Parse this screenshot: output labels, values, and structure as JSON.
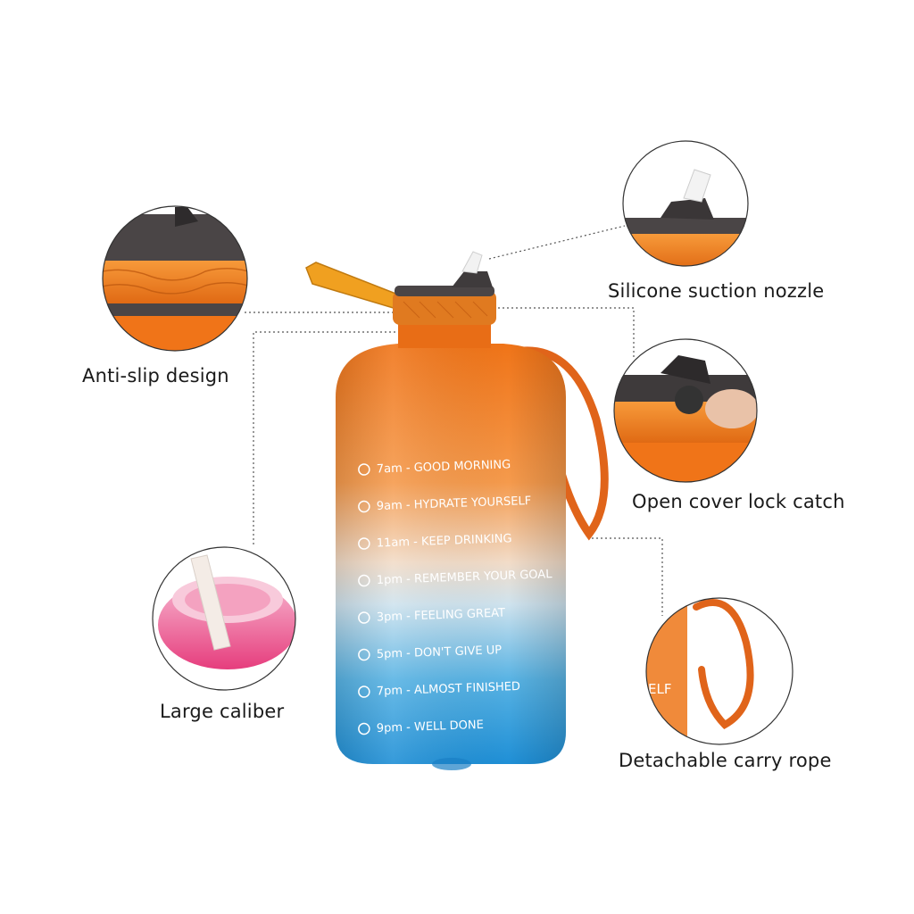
{
  "callouts": {
    "anti_slip": "Anti-slip design",
    "large_caliber": "Large caliber",
    "silicone_nozzle": "Silicone suction nozzle",
    "open_cover_lock": "Open cover lock catch",
    "carry_rope": "Detachable carry rope"
  },
  "time_markers": [
    {
      "time": "7am",
      "text": "GOOD MORNING"
    },
    {
      "time": "9am",
      "text": "HYDRATE YOURSELF"
    },
    {
      "time": "11am",
      "text": "KEEP DRINKING"
    },
    {
      "time": "1pm",
      "text": "REMEMBER YOUR GOAL"
    },
    {
      "time": "3pm",
      "text": "FEELING GREAT"
    },
    {
      "time": "5pm",
      "text": "DON'T GIVE UP"
    },
    {
      "time": "7pm",
      "text": "ALMOST FINISHED"
    },
    {
      "time": "9pm",
      "text": "WELL DONE"
    }
  ],
  "zoom_text": {
    "fragment": "ELF"
  },
  "colors": {
    "orange": "#f07a1e",
    "blue": "#2b97d6",
    "cap": "#4a4546",
    "rope": "#e0641a",
    "pink": "#ec4b86"
  }
}
